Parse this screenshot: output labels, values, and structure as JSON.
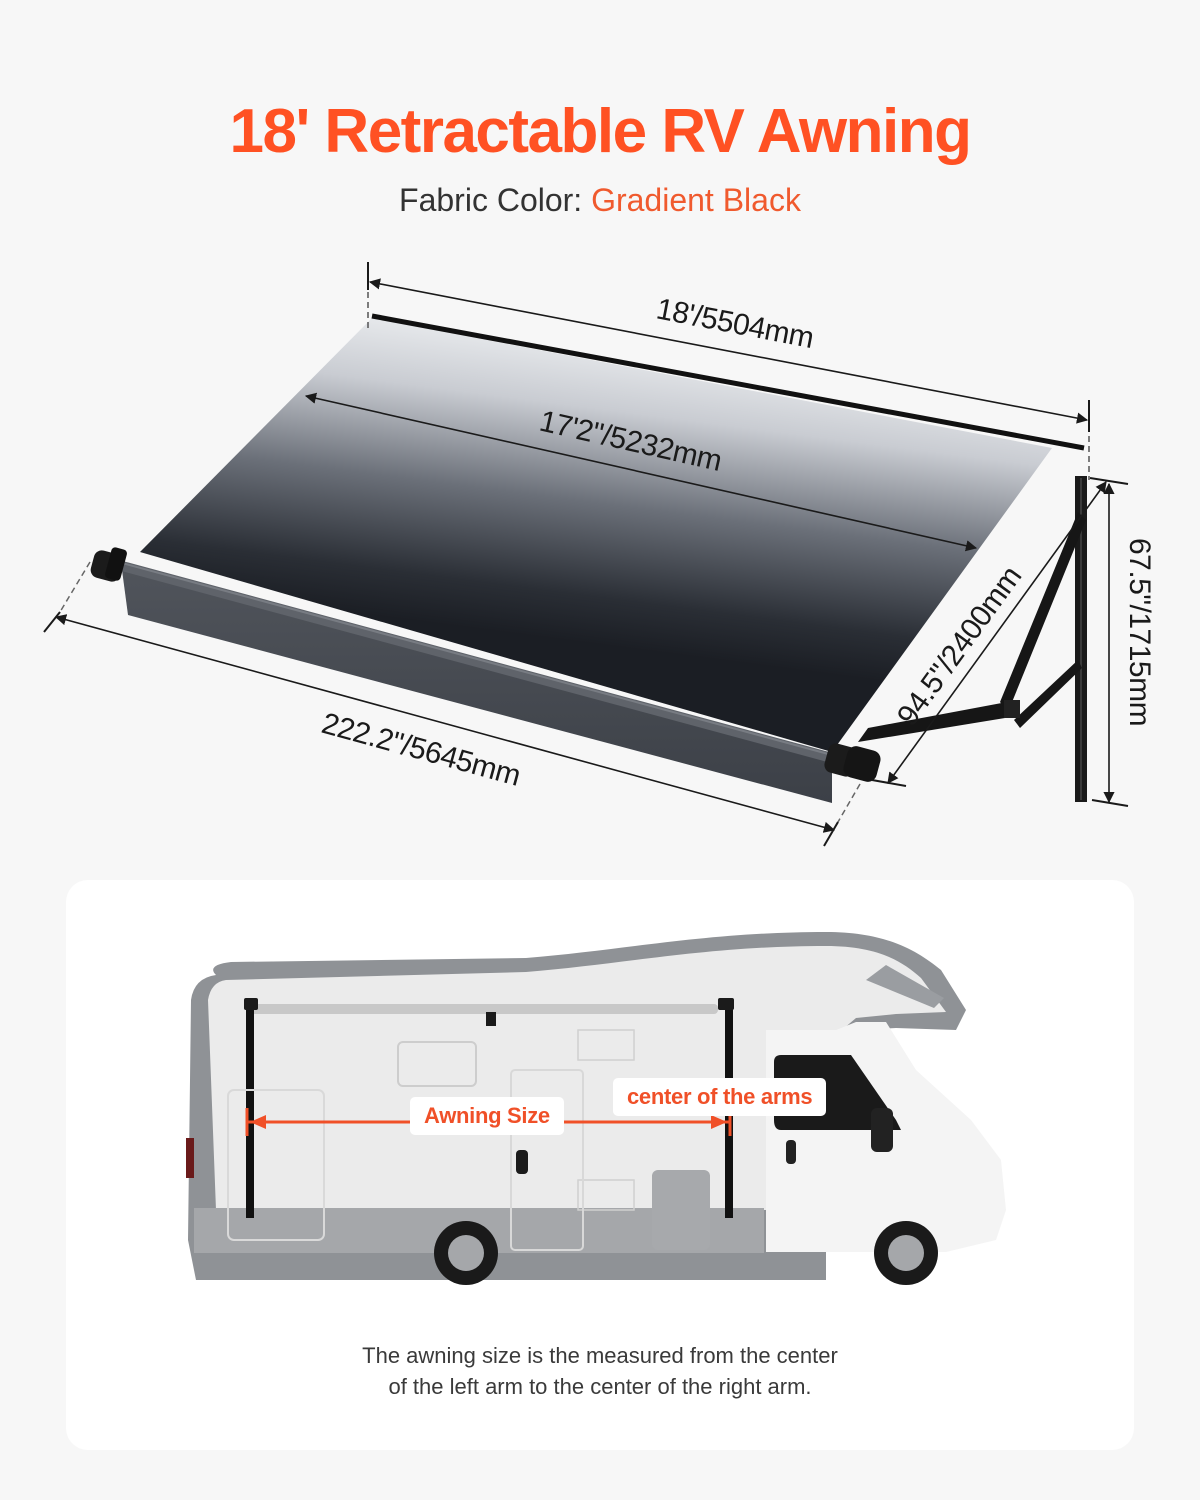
{
  "header": {
    "title": "18' Retractable RV Awning",
    "fabric_label": "Fabric Color",
    "fabric_separator": ": ",
    "fabric_value": "Gradient Black"
  },
  "dimensions": {
    "overall_length": "18'/5504mm",
    "fabric_length": "17'2\"/5232mm",
    "roller_length": "222.2\"/5645mm",
    "extension": "94.5\"/2400mm",
    "arm_height": "67.5\"/1715mm"
  },
  "rv_diagram": {
    "awning_size_label": "Awning Size",
    "center_label": "center of the arms",
    "caption_line1": "The awning size is the measured from the center",
    "caption_line2": "of the left arm to the center of the right arm."
  },
  "colors": {
    "accent": "#ff5123",
    "text_dark": "#1a1a1a",
    "background": "#f7f7f7"
  }
}
